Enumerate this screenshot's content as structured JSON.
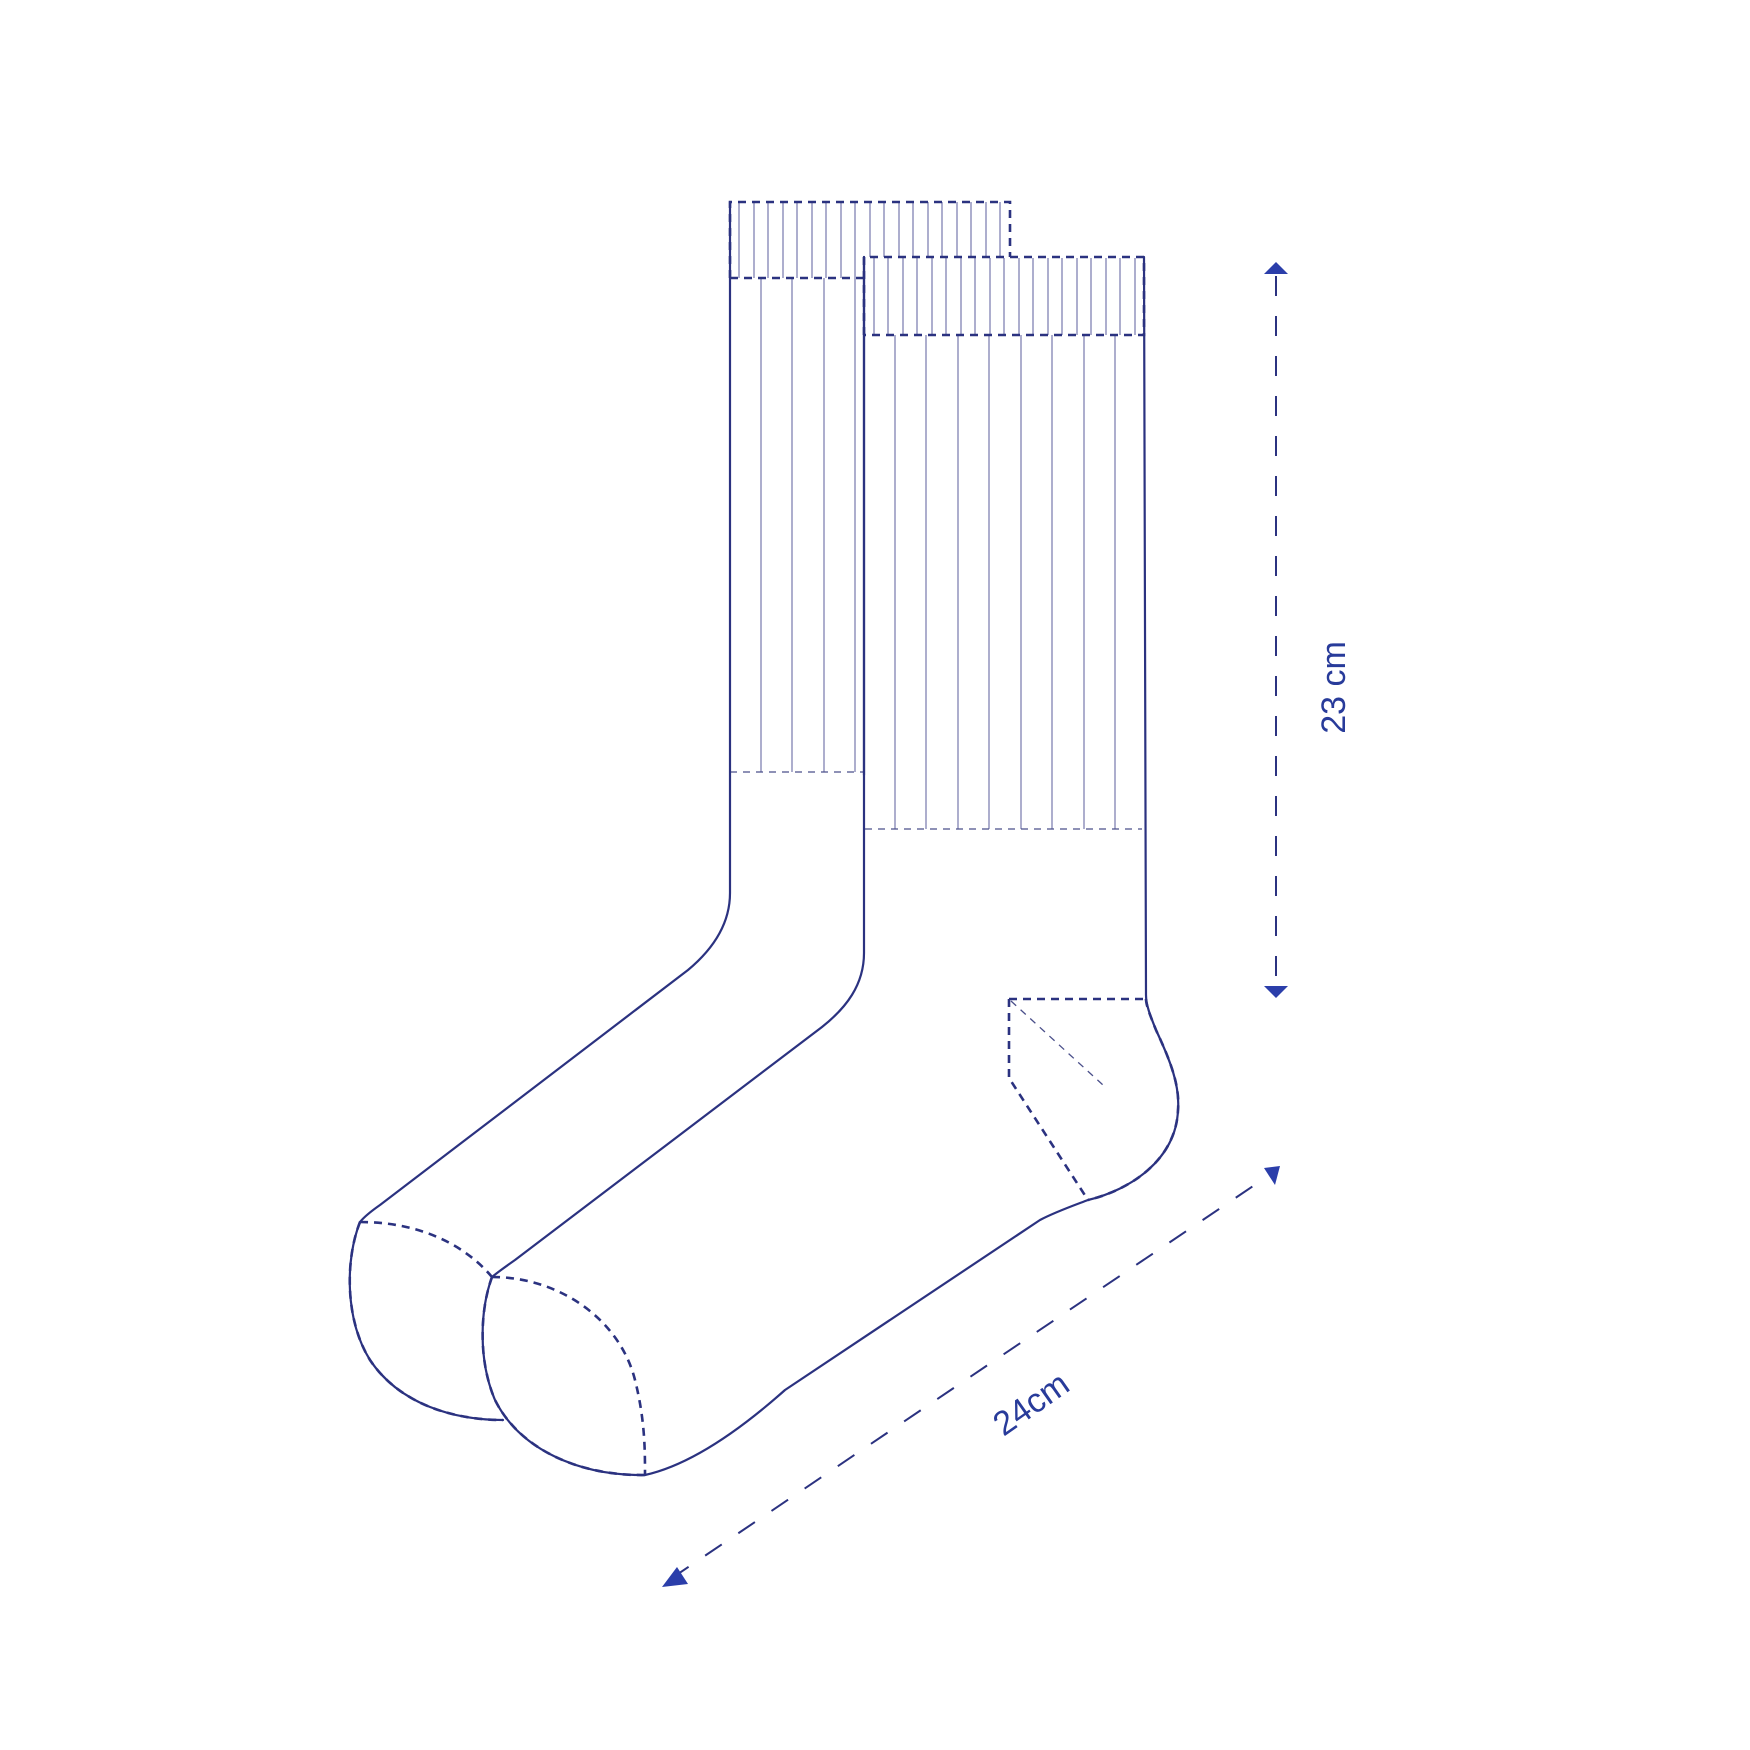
{
  "diagram": {
    "subject": "pair of crew socks technical drawing",
    "colors": {
      "line": "#2b3280",
      "text": "#283b9a",
      "background": "#ffffff"
    },
    "dimensions": {
      "height": {
        "label": "23 cm",
        "orientation": "vertical"
      },
      "length": {
        "label": "24cm",
        "orientation": "diagonal"
      }
    },
    "parts": [
      "cuff",
      "ribbed leg",
      "heel",
      "foot",
      "toe"
    ]
  }
}
